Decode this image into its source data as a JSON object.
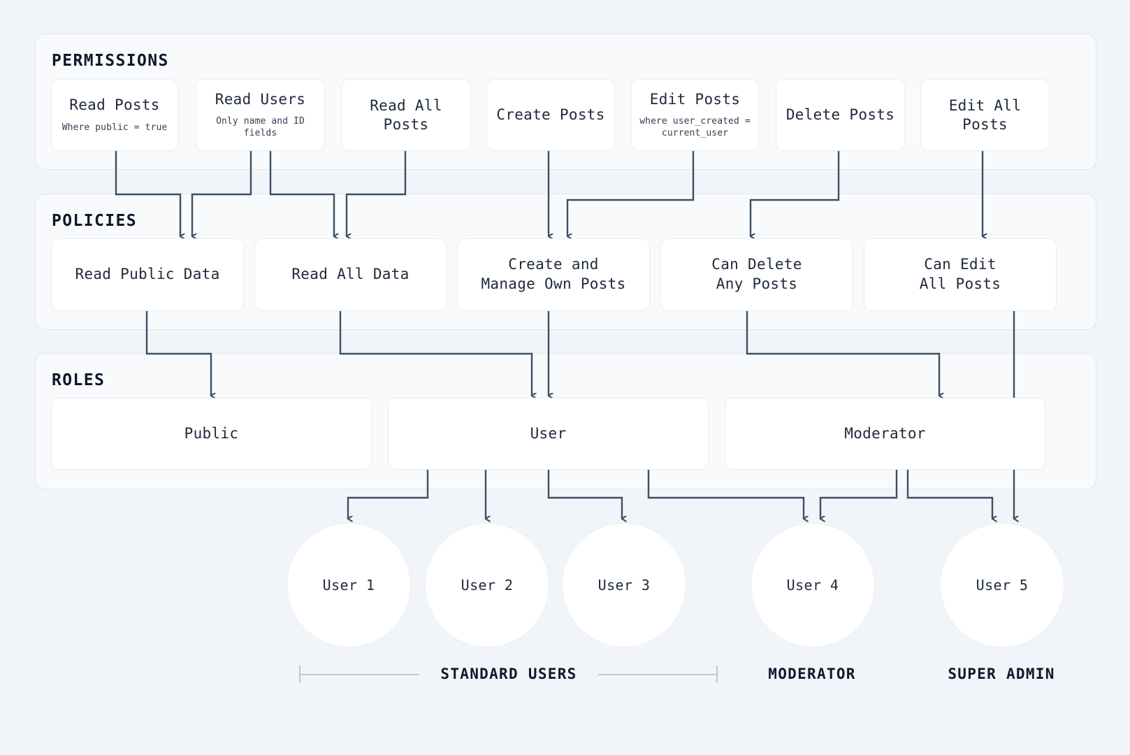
{
  "theme": {
    "page_bg": "#f1f5f9",
    "panel_bg": "#f8fafc",
    "panel_border": "#e2e8f0",
    "card_bg": "#ffffff",
    "card_border": "#e8edf3",
    "connector": "#3c4f63",
    "bracket": "#b6c4d4",
    "text": "#1e293b",
    "heading": "#0f172a"
  },
  "sections": [
    {
      "id": "permissions",
      "title": "PERMISSIONS"
    },
    {
      "id": "policies",
      "title": "POLICIES"
    },
    {
      "id": "roles",
      "title": "ROLES"
    }
  ],
  "permissions": [
    {
      "title": "Read Posts",
      "subtitle": "Where public = true"
    },
    {
      "title": "Read Users",
      "subtitle": "Only name and ID fields"
    },
    {
      "title": "Read All Posts",
      "subtitle": ""
    },
    {
      "title": "Create Posts",
      "subtitle": ""
    },
    {
      "title": "Edit Posts",
      "subtitle": "where user_created =\ncurrent_user"
    },
    {
      "title": "Delete Posts",
      "subtitle": ""
    },
    {
      "title": "Edit All Posts",
      "subtitle": ""
    }
  ],
  "policies": [
    {
      "title": "Read Public Data"
    },
    {
      "title": "Read All Data"
    },
    {
      "title": "Create and\nManage Own Posts"
    },
    {
      "title": "Can Delete\nAny Posts"
    },
    {
      "title": "Can Edit\nAll Posts"
    }
  ],
  "roles": [
    {
      "title": "Public"
    },
    {
      "title": "User"
    },
    {
      "title": "Moderator"
    }
  ],
  "users": [
    {
      "title": "User 1"
    },
    {
      "title": "User 2"
    },
    {
      "title": "User 3"
    },
    {
      "title": "User 4"
    },
    {
      "title": "User 5"
    }
  ],
  "group_labels": [
    {
      "text": "STANDARD USERS",
      "bracketed": true
    },
    {
      "text": "MODERATOR",
      "bracketed": false
    },
    {
      "text": "SUPER ADMIN",
      "bracketed": false
    }
  ],
  "chart_data": {
    "type": "diagram",
    "title": "Access control hierarchy: Permissions → Policies → Roles → Users",
    "edges": [
      {
        "from": "Read Posts",
        "to": "Read Public Data"
      },
      {
        "from": "Read Users",
        "to": "Read Public Data"
      },
      {
        "from": "Read Users",
        "to": "Read All Data"
      },
      {
        "from": "Read All Posts",
        "to": "Read All Data"
      },
      {
        "from": "Create Posts",
        "to": "Create and Manage Own Posts"
      },
      {
        "from": "Edit Posts",
        "to": "Create and Manage Own Posts"
      },
      {
        "from": "Delete Posts",
        "to": "Can Delete Any Posts"
      },
      {
        "from": "Edit All Posts",
        "to": "Can Edit All Posts"
      },
      {
        "from": "Read Public Data",
        "to": "Public"
      },
      {
        "from": "Read All Data",
        "to": "User"
      },
      {
        "from": "Create and Manage Own Posts",
        "to": "User"
      },
      {
        "from": "Can Delete Any Posts",
        "to": "Moderator"
      },
      {
        "from": "Can Edit All Posts",
        "to": "User 5"
      },
      {
        "from": "Public",
        "to": "User 1"
      },
      {
        "from": "Public",
        "to": "User 2"
      },
      {
        "from": "Public",
        "to": "User 3"
      },
      {
        "from": "User",
        "to": "User 3"
      },
      {
        "from": "User",
        "to": "User 4"
      },
      {
        "from": "Moderator",
        "to": "User 4"
      },
      {
        "from": "Moderator",
        "to": "User 5"
      }
    ]
  }
}
